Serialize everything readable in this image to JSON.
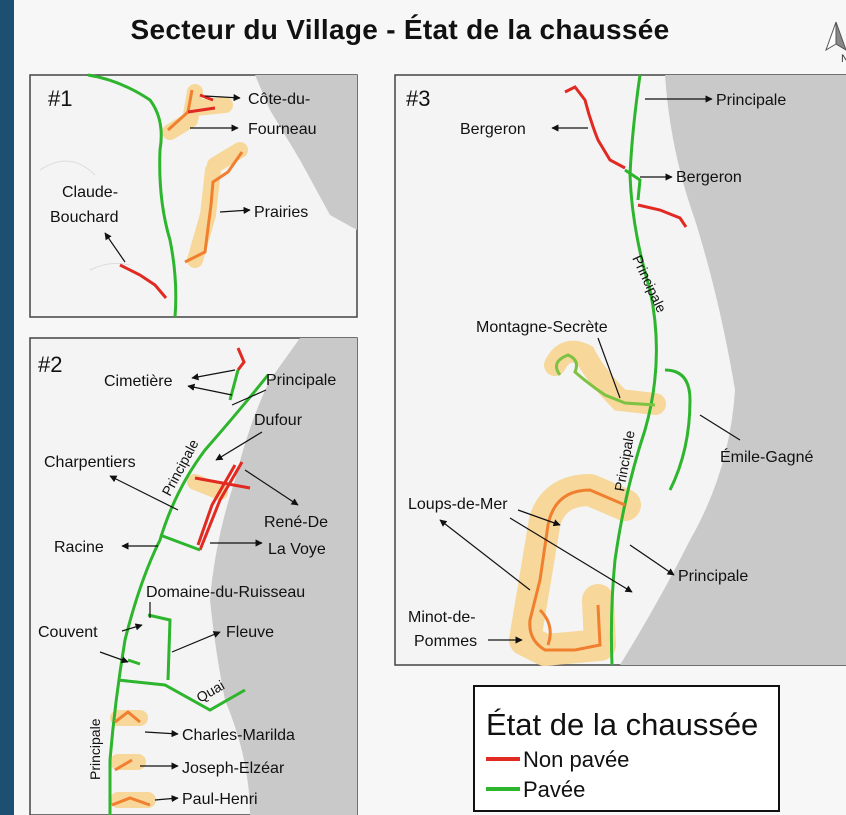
{
  "title": "Secteur du Village - État de la chaussée",
  "colors": {
    "unpaved": "#e02a22",
    "paved": "#2db52d",
    "highlight": "#f7d79a",
    "water": "#c8c8c8",
    "land": "#f5f5f5"
  },
  "panels": [
    {
      "label": "#1",
      "roads": [
        "Côte-du-",
        "Fourneau",
        "Prairies",
        "Claude-",
        "Bouchard"
      ]
    },
    {
      "label": "#2",
      "roads": [
        "Cimetière",
        "Principale",
        "Dufour",
        "Charpentiers",
        "Principale",
        "René-De",
        "La Voye",
        "Racine",
        "Domaine-du-Ruisseau",
        "Couvent",
        "Fleuve",
        "Quai",
        "Charles-Marilda",
        "Principale",
        "Joseph-Elzéar",
        "Paul-Henri"
      ]
    },
    {
      "label": "#3",
      "roads": [
        "Principale",
        "Bergeron",
        "Bergeron",
        "Principale",
        "Montagne-Secrète",
        "Principale",
        "Émile-Gagné",
        "Loups-de-Mer",
        "Principale",
        "Minot-de-",
        "Pommes"
      ]
    }
  ],
  "legend": {
    "title": "État de la chaussée",
    "items": [
      {
        "label": "Non pavée",
        "color": "#e02a22"
      },
      {
        "label": "Pavée",
        "color": "#2db52d"
      }
    ]
  },
  "north_letter": "N"
}
